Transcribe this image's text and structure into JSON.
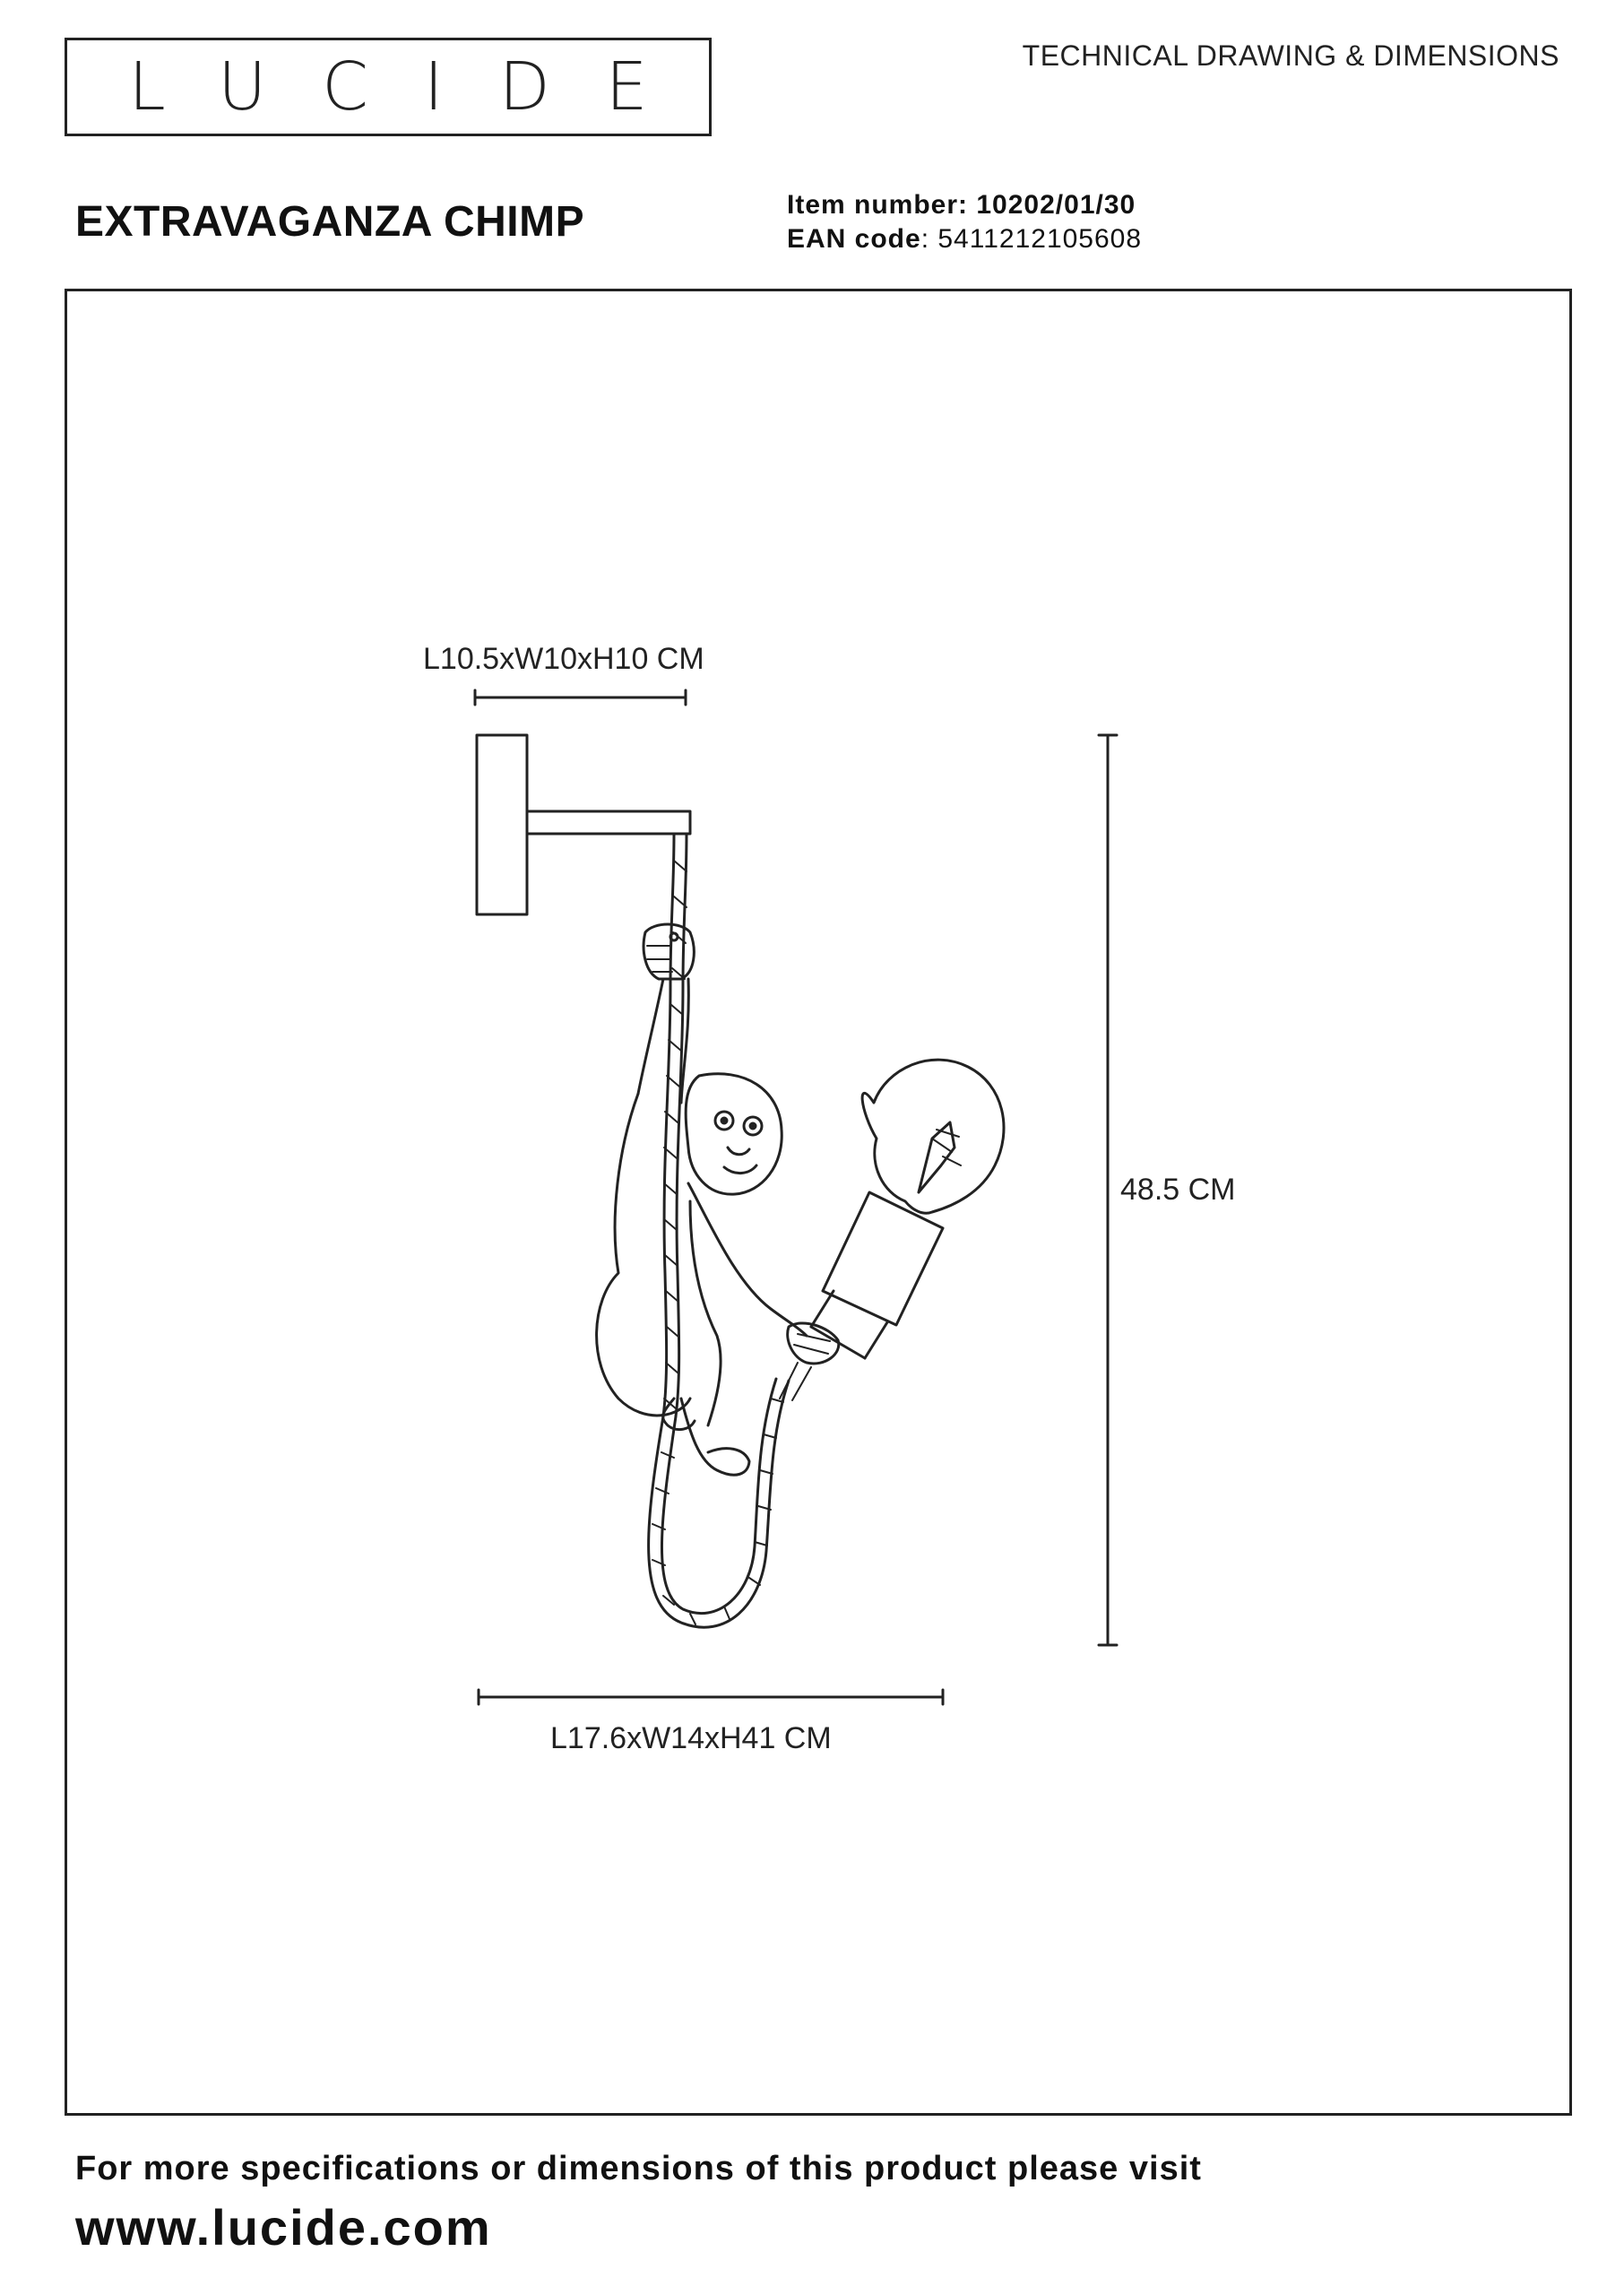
{
  "header": {
    "logo_text": "LUCIDE",
    "document_type": "TECHNICAL DRAWING & DIMENSIONS"
  },
  "product": {
    "name": "EXTRAVAGANZA CHIMP",
    "item_number_label": "Item number:",
    "item_number": "10202/01/30",
    "ean_label": "EAN code",
    "ean_code": "5411212105608"
  },
  "dimensions": {
    "wall_base": "L10.5xW10xH10 CM",
    "overall": "L17.6xW14xH41 CM",
    "height": "48.5 CM"
  },
  "footer": {
    "text": "For more specifications or dimensions of this product please visit",
    "url": "www.lucide.com"
  }
}
